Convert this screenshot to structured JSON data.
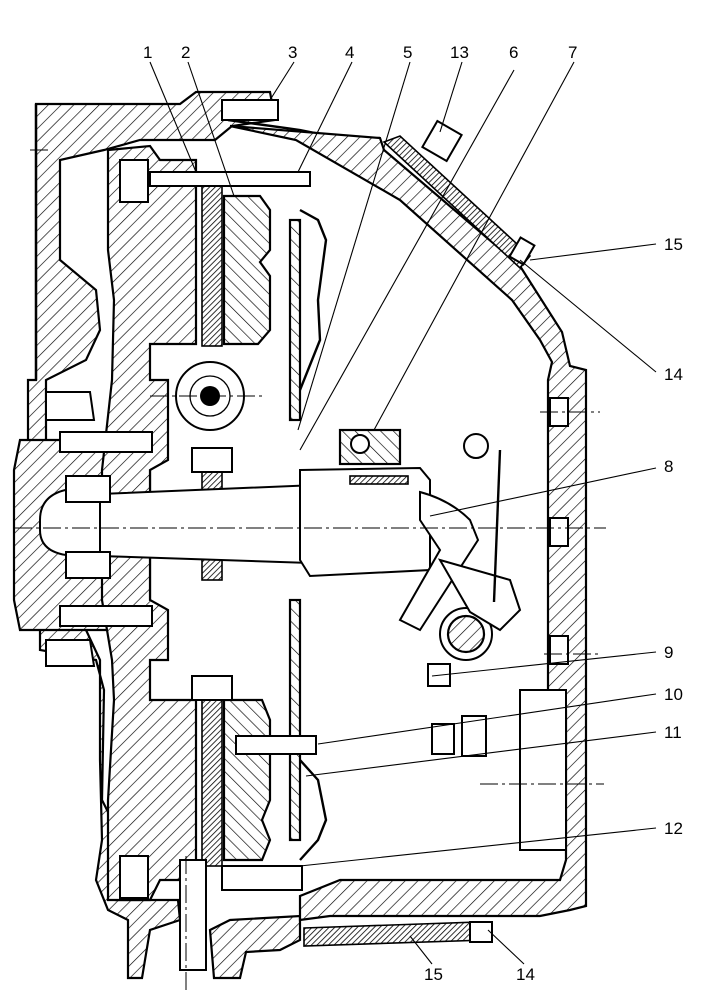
{
  "callouts": [
    {
      "id": "1",
      "text": "1"
    },
    {
      "id": "2",
      "text": "2"
    },
    {
      "id": "3",
      "text": "3"
    },
    {
      "id": "4",
      "text": "4"
    },
    {
      "id": "5",
      "text": "5"
    },
    {
      "id": "13",
      "text": "13"
    },
    {
      "id": "6",
      "text": "6"
    },
    {
      "id": "7",
      "text": "7"
    },
    {
      "id": "15a",
      "text": "15"
    },
    {
      "id": "14a",
      "text": "14"
    },
    {
      "id": "8",
      "text": "8"
    },
    {
      "id": "9",
      "text": "9"
    },
    {
      "id": "10",
      "text": "10"
    },
    {
      "id": "11",
      "text": "11"
    },
    {
      "id": "12",
      "text": "12"
    },
    {
      "id": "15b",
      "text": "15"
    },
    {
      "id": "14b",
      "text": "14"
    }
  ]
}
